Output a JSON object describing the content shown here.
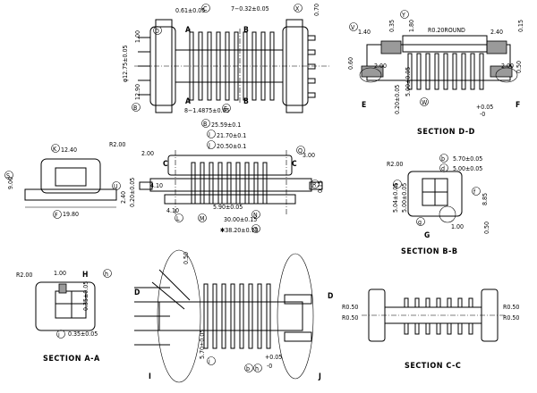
{
  "top_view": {
    "d_0_61": "0.61±0.05",
    "d_7_032": "7−0.32±0.05",
    "d_070": "0.70",
    "d_100": "1.00",
    "d_1290": "12.90",
    "d_1275": "φ12.75±0.05",
    "d_pitch": "8−1.4875±0.05",
    "mk_c": "C",
    "mk_b": "B",
    "mk_x": "X",
    "mk_d": "D",
    "mk_e": "E",
    "sec_A": "A",
    "sec_B": "B"
  },
  "section_dd": {
    "title": "SECTION D-D",
    "d_140": "1.40",
    "d_035": "0.35",
    "d_180": "1.80",
    "d_r020": "R0.20ROUND",
    "d_240": "2.40",
    "d_015": "0.15",
    "d_060": "0.60",
    "d_200l": "2.00",
    "d_200r": "2.00",
    "d_050": "0.50",
    "d_500": "5.00±0.05",
    "d_020": "0.20±0.05",
    "d_tol": "+0.05",
    "d_tol2": "-0",
    "lbl_e": "E",
    "lbl_f": "F",
    "m_y": "Y",
    "m_h": "W",
    "m_d": "V"
  },
  "front_view": {
    "d_2559": "25.59±0.1",
    "d_2170": "21.70±0.1",
    "d_2050": "20.50±0.1",
    "d_200": "2.00",
    "d_300": "3.00",
    "d_020": "0.20±0.05",
    "d_410a": "4.10",
    "d_410b": "4.10",
    "d_590": "5.90±0.05",
    "d_3000": "30.00±0.15",
    "d_3820": "✱38.20±0.15",
    "d_015": "0.15",
    "sec_c": "C",
    "m_b": "B",
    "m_i": "I",
    "m_j": "J",
    "m_q": "Q",
    "m_l": "L",
    "m_m": "M",
    "m_n": "N",
    "m_p": "P",
    "m_o": "O",
    "m_r": "R"
  },
  "side_view": {
    "d_1240": "12.40",
    "d_r200": "R2.00",
    "d_900": "9.00",
    "d_240": "2.40",
    "d_1980": "19.80",
    "m_s": "S",
    "m_k": "K",
    "m_u": "U",
    "m_f": "F"
  },
  "section_bb": {
    "title": "SECTION B-B",
    "d_r200": "R2.00",
    "d_570": "5.70±0.05",
    "d_500": "5.00±0.05",
    "d_504": "5.04±0.05",
    "d_500b": "5.00±0.05",
    "d_885": "8.85",
    "d_100": "1.00",
    "d_050": "0.50",
    "lbl_g": "G",
    "m_e": "e",
    "m_f": "f",
    "m_b": "b",
    "m_d": "d",
    "m_g": "g"
  },
  "section_aa": {
    "title": "SECTION A-A",
    "d_r200": "R2.00",
    "d_100": "1.00",
    "d_035a": "0.35±0.05",
    "d_035b": "0.35±0.05",
    "lbl_h": "H",
    "m_h": "h",
    "m_i": "i"
  },
  "bottom_view": {
    "d_050": "0.50",
    "d_570": "5.70±0.05",
    "d_tol": "+0.05",
    "d_tol2": "-0",
    "lbl_d1": "D",
    "lbl_d2": "D",
    "lbl_i": "I",
    "lbl_j": "J",
    "m_i": "i",
    "m_b": "b",
    "m_h": "h"
  },
  "section_cc": {
    "title": "SECTION C-C",
    "d_r050a": "R0.50",
    "d_r050b": "R0.50",
    "d_r050c": "R0.50",
    "d_r050d": "R0.50"
  }
}
